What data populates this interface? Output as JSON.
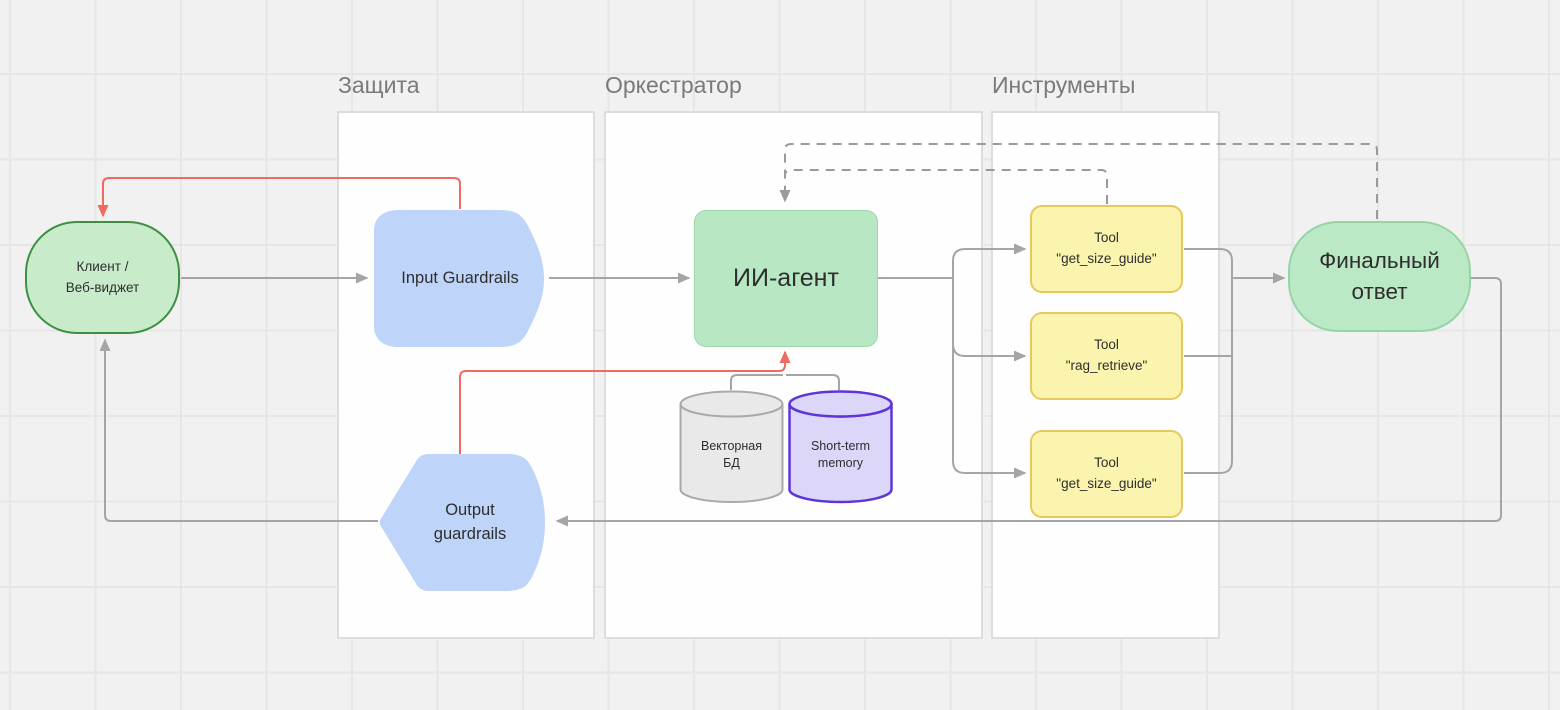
{
  "panels": [
    {
      "title": "Защита"
    },
    {
      "title": "Оркестратор"
    },
    {
      "title": "Инструменты"
    }
  ],
  "nodes": {
    "client": {
      "line1": "Клиент /",
      "line2": "Веб-виджет"
    },
    "input_guardrails": {
      "label": "Input Guardrails"
    },
    "agent": {
      "label": "ИИ-агент"
    },
    "vector_db": {
      "line1": "Векторная",
      "line2": "БД"
    },
    "short_term_memory": {
      "line1": "Short-term",
      "line2": "memory"
    },
    "tools": [
      {
        "line1": "Tool",
        "line2": "\"get_size_guide\""
      },
      {
        "line1": "Tool",
        "line2": "\"rag_retrieve\""
      },
      {
        "line1": "Tool",
        "line2": "\"get_size_guide\""
      }
    ],
    "final_answer": {
      "line1": "Финальный",
      "line2": "ответ"
    },
    "output_guardrails": {
      "line1": "Output",
      "line2": "guardrails"
    }
  },
  "colors": {
    "client_fill": "#c8ecca",
    "client_border": "#3e8e44",
    "agent_fill": "#b7e7c3",
    "final_fill": "#bce9c5",
    "final_border": "#97d4a5",
    "guardrails_blue_fill": "#bed4f9",
    "tool_fill": "#fbf4ae",
    "tool_border": "#e5c95a",
    "cylinder_gray_fill": "#e9e9e9",
    "cylinder_gray_border": "#a9a9a9",
    "cylinder_purple_fill": "#dcd7f8",
    "cylinder_purple_border": "#5d35d9",
    "connector_gray": "#a5a5a5",
    "connector_red": "#ef6a62",
    "connector_dashed": "#9a9a9a",
    "panel_title": "#7a7a7a"
  }
}
